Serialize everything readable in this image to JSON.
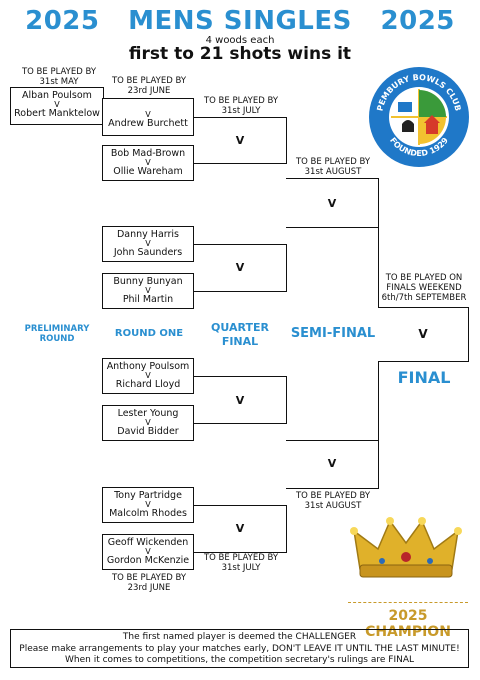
{
  "header": {
    "title": "2025   MENS SINGLES   2025",
    "woods": "4 woods each",
    "rule": "first to 21 shots wins it"
  },
  "schedule": {
    "prelim_top": "TO BE PLAYED BY\n31st MAY",
    "r1_top": "TO BE PLAYED BY\n23rd JUNE",
    "qf_top": "TO BE PLAYED BY\n31st JULY",
    "sf_top": "TO BE PLAYED BY\n31st AUGUST",
    "final": "TO BE PLAYED ON\nFINALS WEEKEND\n6th/7th SEPTEMBER",
    "sf_bottom": "TO BE PLAYED BY\n31st AUGUST",
    "qf_bottom": "TO BE PLAYED BY\n31st JULY",
    "r1_bottom": "TO BE PLAYED BY\n23rd JUNE"
  },
  "rounds": {
    "preliminary": "PRELIMINARY\nROUND",
    "round_one": "ROUND ONE",
    "quarter": "QUARTER\nFINAL",
    "semi": "SEMI-FINAL",
    "final": "FINAL"
  },
  "vs": "V",
  "matches": {
    "prelim": [
      "Alban Poulsom",
      "Robert Manktelow"
    ],
    "m1": [
      "Andrew Burchett"
    ],
    "m2": [
      "Bob Mad-Brown",
      "Ollie Wareham"
    ],
    "m3": [
      "Danny Harris",
      "John Saunders"
    ],
    "m4": [
      "Bunny Bunyan",
      "Phil Martin"
    ],
    "m5": [
      "Anthony Poulsom",
      "Richard Lloyd"
    ],
    "m6": [
      "Lester Young",
      "David Bidder"
    ],
    "m7": [
      "Tony Partridge",
      "Malcolm Rhodes"
    ],
    "m8": [
      "Geoff Wickenden",
      "Gordon McKenzie"
    ]
  },
  "club_logo": {
    "top_text": "PEMBURY BOWLS CLUB",
    "bottom_text": "FOUNDED 1929",
    "colors": {
      "ring": "#1f78c8",
      "gold": "#f2c230",
      "green": "#3a9a3a",
      "red": "#d63a2a"
    }
  },
  "champion": "2025 CHAMPION",
  "footer": {
    "line1": "The first named player is deemed the CHALLENGER",
    "line2": "Please make arrangements to play your matches early, DON'T LEAVE IT UNTIL THE LAST MINUTE!",
    "line3": "When it comes to competitions, the competition secretary's rulings are FINAL"
  },
  "colors": {
    "accent": "#2a8fd0",
    "gold": "#c89a2a"
  }
}
